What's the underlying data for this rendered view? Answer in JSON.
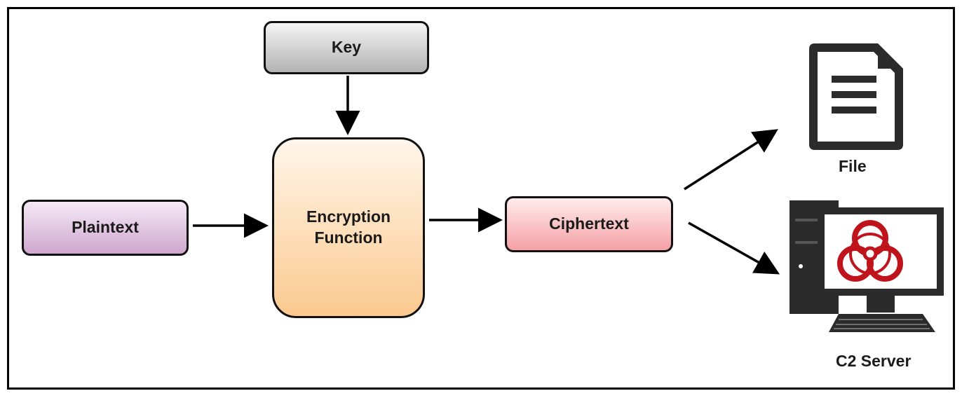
{
  "nodes": {
    "key": "Key",
    "encryption_line1": "Encryption",
    "encryption_line2": "Function",
    "plaintext": "Plaintext",
    "ciphertext": "Ciphertext"
  },
  "outputs": {
    "file": "File",
    "c2_server": "C2 Server"
  },
  "icons": [
    "document-icon",
    "computer-icon",
    "biohazard-icon"
  ],
  "colors": {
    "key_fill": "#d0d0d0",
    "encryption_fill": "#fcd9b0",
    "plaintext_fill": "#e2c6e2",
    "ciphertext_fill": "#f9c3c5",
    "biohazard": "#c0141c",
    "icon_dark": "#2b2b2b"
  }
}
